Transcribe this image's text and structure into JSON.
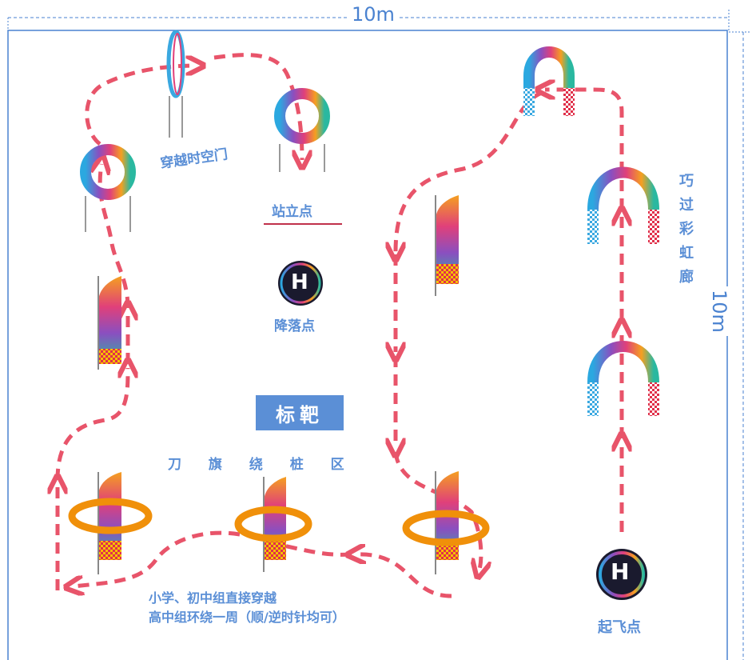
{
  "dimensions": {
    "top": "10m",
    "right": "10m"
  },
  "labels": {
    "time_gate": "穿越时空门",
    "standing_point": "站立点",
    "landing_point": "降落点",
    "target": "标靶",
    "flag_zone": "刀 旗 绕 桩 区",
    "rainbow_corridor": "巧过彩虹廊",
    "takeoff_point": "起飞点",
    "note_line1": "小学、初中组直接穿越",
    "note_line2": "高中组环绕一周（顺/逆时针均可）"
  },
  "pad_letter": "H",
  "colors": {
    "path": "#e8546a",
    "label_blue": "#5b8fd6",
    "border_blue": "#4a82d0",
    "ring_orange": "#f0900a",
    "target_bg": "#5b8fd6"
  }
}
